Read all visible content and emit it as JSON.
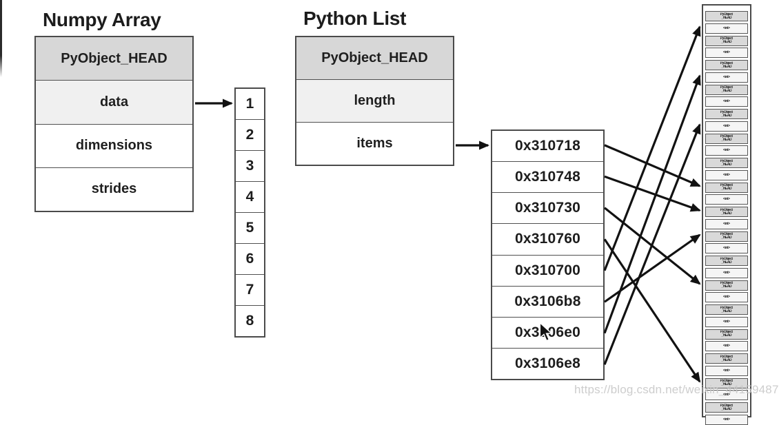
{
  "titles": {
    "numpy_array": "Numpy Array",
    "python_list": "Python List"
  },
  "numpy_struct": {
    "rows": [
      {
        "label": "PyObject_HEAD",
        "bg": "#d7d7d7"
      },
      {
        "label": "data",
        "bg": "#f0f0f0"
      },
      {
        "label": "dimensions",
        "bg": "#ffffff"
      },
      {
        "label": "strides",
        "bg": "#ffffff"
      }
    ]
  },
  "data_buffer_values": [
    "1",
    "2",
    "3",
    "4",
    "5",
    "6",
    "7",
    "8"
  ],
  "python_struct": {
    "rows": [
      {
        "label": "PyObject_HEAD",
        "bg": "#d7d7d7"
      },
      {
        "label": "length",
        "bg": "#f0f0f0"
      },
      {
        "label": "items",
        "bg": "#ffffff"
      }
    ]
  },
  "pointer_addresses": [
    "0x310718",
    "0x310748",
    "0x310730",
    "0x310760",
    "0x310700",
    "0x3106b8",
    "0x3106e0",
    "0x3106e8"
  ],
  "pyobject_cells": {
    "pair_count": 17,
    "header_lines": [
      "PyObject",
      "_HEAD"
    ],
    "value_label": "<int>"
  },
  "pointer_links": [
    {
      "address_index": 0,
      "target_pair": 8,
      "target_part": "header"
    },
    {
      "address_index": 1,
      "target_pair": 9,
      "target_part": "header"
    },
    {
      "address_index": 2,
      "target_pair": 12,
      "target_part": "header"
    },
    {
      "address_index": 3,
      "target_pair": 16,
      "target_part": "header"
    },
    {
      "address_index": 4,
      "target_pair": 1,
      "target_part": "value"
    },
    {
      "address_index": 5,
      "target_pair": 10,
      "target_part": "header"
    },
    {
      "address_index": 6,
      "target_pair": 3,
      "target_part": "value"
    },
    {
      "address_index": 7,
      "target_pair": 5,
      "target_part": "value"
    }
  ],
  "watermark_text": "https://blog.csdn.net/weixin_44159487",
  "colors": {
    "header_bg": "#d7d7d7",
    "subheader_bg": "#f0f0f0",
    "cell_bg": "#ffffff",
    "border": "#4a4a4a",
    "arrow": "#121212",
    "title_text": "#1c1c1c",
    "watermark": "#c9c9c9"
  }
}
